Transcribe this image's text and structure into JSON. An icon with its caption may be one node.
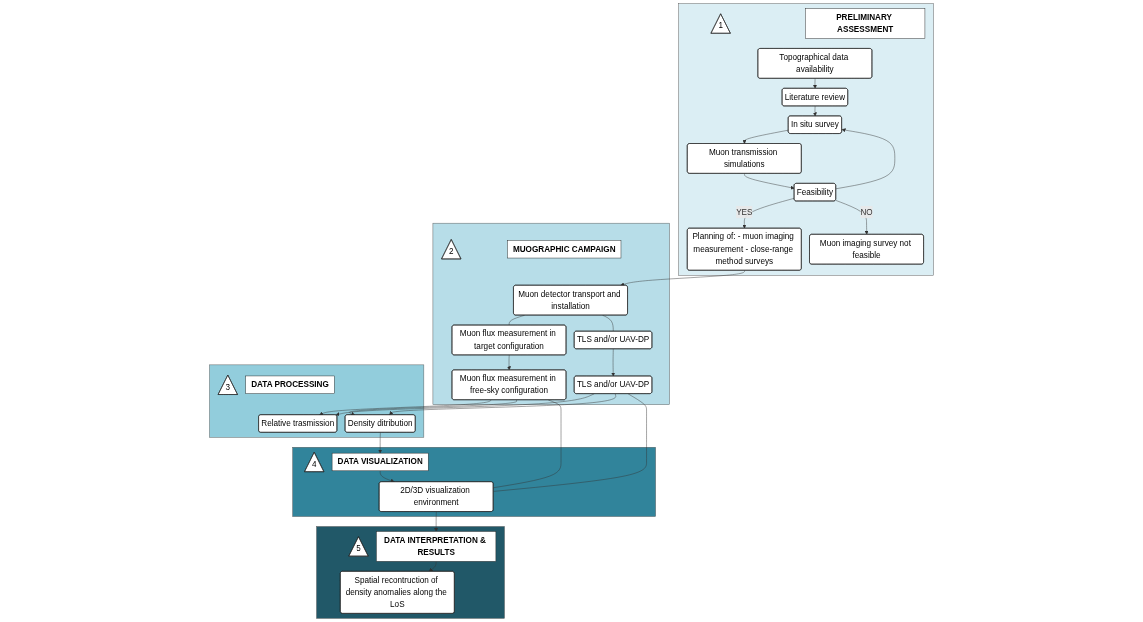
{
  "diagram": {
    "nodes": [
      {
        "text": [],
        "shape": "box"
      },
      {
        "text": [
          "1"
        ],
        "in": 0
      },
      {
        "text": [
          "PRELIMINARY ASSESSMENT"
        ],
        "in": 0
      },
      {
        "text": [
          "Topographical data availability"
        ],
        "in": 0
      },
      {
        "text": [
          "Literature review"
        ],
        "in": 0
      },
      {
        "text": [
          "In situ survey"
        ],
        "in": 0
      },
      {
        "text": [
          "Muon transmission simulations"
        ],
        "in": 0
      },
      {
        "text": [
          "Feasibility"
        ],
        "in": 0
      },
      {
        "text": [
          "Muon imaging survey not feasible"
        ],
        "in": 0
      },
      {
        "text": [
          "Planning of: - muon imaging measurement - close-range method surveys"
        ],
        "in": 0
      },
      {
        "text": [],
        "shape": "box"
      },
      {
        "text": [
          "2"
        ],
        "in": 10
      },
      {
        "text": [
          "MUOGRAPHIC CAMPAIGN"
        ],
        "in": 10
      },
      {
        "text": [
          "Muon detector transport and installation"
        ],
        "in": 10
      },
      {
        "text": [
          "Muon flux measurement in target configuration"
        ],
        "in": 10
      },
      {
        "text": [
          "TLS and/or UAV-DP"
        ],
        "in": 10
      },
      {
        "text": [
          "Muon flux measurement in free-sky configuration"
        ],
        "in": 10
      },
      {
        "text": [
          "TLS and/or UAV-DP"
        ],
        "in": 10
      },
      {
        "text": [],
        "shape": "box"
      },
      {
        "text": [
          "3"
        ],
        "in": 18
      },
      {
        "text": [
          "DATA PROCESSING"
        ],
        "in": 18
      },
      {
        "text": [
          "Relative trasmission"
        ],
        "in": 18
      },
      {
        "text": [
          "Density ditribution"
        ],
        "in": 18
      },
      {
        "text": [],
        "shape": "box"
      },
      {
        "text": [
          "4"
        ],
        "in": 23
      },
      {
        "text": [
          "DATA VISUALIZATION"
        ],
        "in": 23
      },
      {
        "text": [
          "2D/3D visualization environment"
        ],
        "in": 23
      },
      {
        "text": [],
        "shape": "box"
      },
      {
        "text": [
          "5"
        ],
        "in": 27
      },
      {
        "text": [
          "DATA INTERPRETATION & RESULTS"
        ],
        "in": 27
      },
      {
        "text": [
          "Spatial recontruction of density anomalies along the LoS"
        ],
        "in": 27
      }
    ],
    "edges": [
      {
        "from": 3,
        "to": 4,
        "arrow": "to"
      },
      {
        "from": 4,
        "to": 5,
        "arrow": "to"
      },
      {
        "from": 5,
        "to": 6,
        "arrow": "to"
      },
      {
        "from": 6,
        "to": 7,
        "arrow": "to"
      },
      {
        "from": 7,
        "to": 9,
        "arrow": "to",
        "label": "YES"
      },
      {
        "from": 7,
        "to": 8,
        "arrow": "to",
        "label": "NO"
      },
      {
        "from": 7,
        "to": 5,
        "arrow": "to"
      },
      {
        "from": 9,
        "to": 13,
        "arrow": "to"
      },
      {
        "from": 13,
        "to": 14,
        "arrow": "none"
      },
      {
        "from": 13,
        "to": 15,
        "arrow": "none"
      },
      {
        "from": 14,
        "to": 16,
        "arrow": "to"
      },
      {
        "from": 15,
        "to": 17,
        "arrow": "to"
      },
      {
        "from": 16,
        "to": 21,
        "arrow": "to"
      },
      {
        "from": 16,
        "to": 22,
        "arrow": "to"
      },
      {
        "from": 17,
        "to": 21,
        "arrow": "to"
      },
      {
        "from": 17,
        "to": 22,
        "arrow": "to"
      },
      {
        "from": 16,
        "to": 26,
        "arrow": "none"
      },
      {
        "from": 17,
        "to": 26,
        "arrow": "none"
      },
      {
        "from": 22,
        "to": 25,
        "arrow": "to"
      },
      {
        "from": 25,
        "to": 26,
        "arrow": "to"
      },
      {
        "from": 26,
        "to": 29,
        "arrow": "to"
      },
      {
        "from": 29,
        "to": 30,
        "arrow": "to"
      }
    ]
  }
}
